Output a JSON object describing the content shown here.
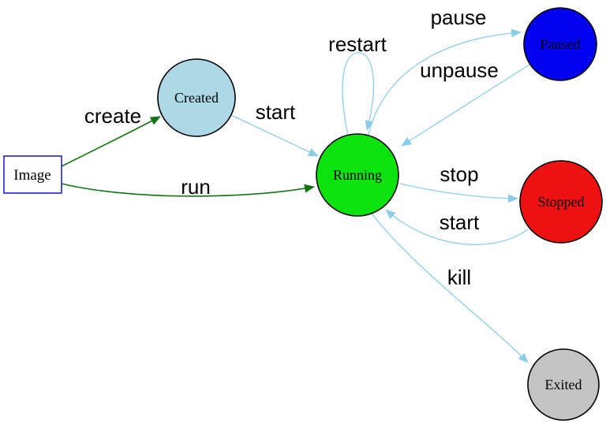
{
  "diagram": {
    "type": "state-diagram",
    "background": "#ffffff",
    "arrow_colors": {
      "lifecycle": "#8cceea",
      "creation": "#127412"
    },
    "nodes": {
      "image": {
        "label": "Image",
        "shape": "rectangle",
        "fill": "#ffffff",
        "border": "#2222dd"
      },
      "created": {
        "label": "Created",
        "shape": "circle",
        "fill": "#add8e6"
      },
      "running": {
        "label": "Running",
        "shape": "circle",
        "fill": "#0ce30c"
      },
      "paused": {
        "label": "Paused",
        "shape": "circle",
        "fill": "#0202f0"
      },
      "stopped": {
        "label": "Stopped",
        "shape": "circle",
        "fill": "#ee1111"
      },
      "exited": {
        "label": "Exited",
        "shape": "circle",
        "fill": "#c4c4c4"
      }
    },
    "edges": {
      "create": {
        "label": "create",
        "from": "Image",
        "to": "Created",
        "color": "#127412"
      },
      "run": {
        "label": "run",
        "from": "Image",
        "to": "Running",
        "color": "#127412"
      },
      "start_created": {
        "label": "start",
        "from": "Created",
        "to": "Running",
        "color": "#8cceea"
      },
      "restart": {
        "label": "restart",
        "from": "Running",
        "to": "Running",
        "color": "#8cceea"
      },
      "pause": {
        "label": "pause",
        "from": "Running",
        "to": "Paused",
        "color": "#8cceea"
      },
      "unpause": {
        "label": "unpause",
        "from": "Paused",
        "to": "Running",
        "color": "#8cceea"
      },
      "stop": {
        "label": "stop",
        "from": "Running",
        "to": "Stopped",
        "color": "#8cceea"
      },
      "start_stopped": {
        "label": "start",
        "from": "Stopped",
        "to": "Running",
        "color": "#8cceea"
      },
      "kill": {
        "label": "kill",
        "from": "Running",
        "to": "Exited",
        "color": "#8cceea"
      }
    }
  }
}
